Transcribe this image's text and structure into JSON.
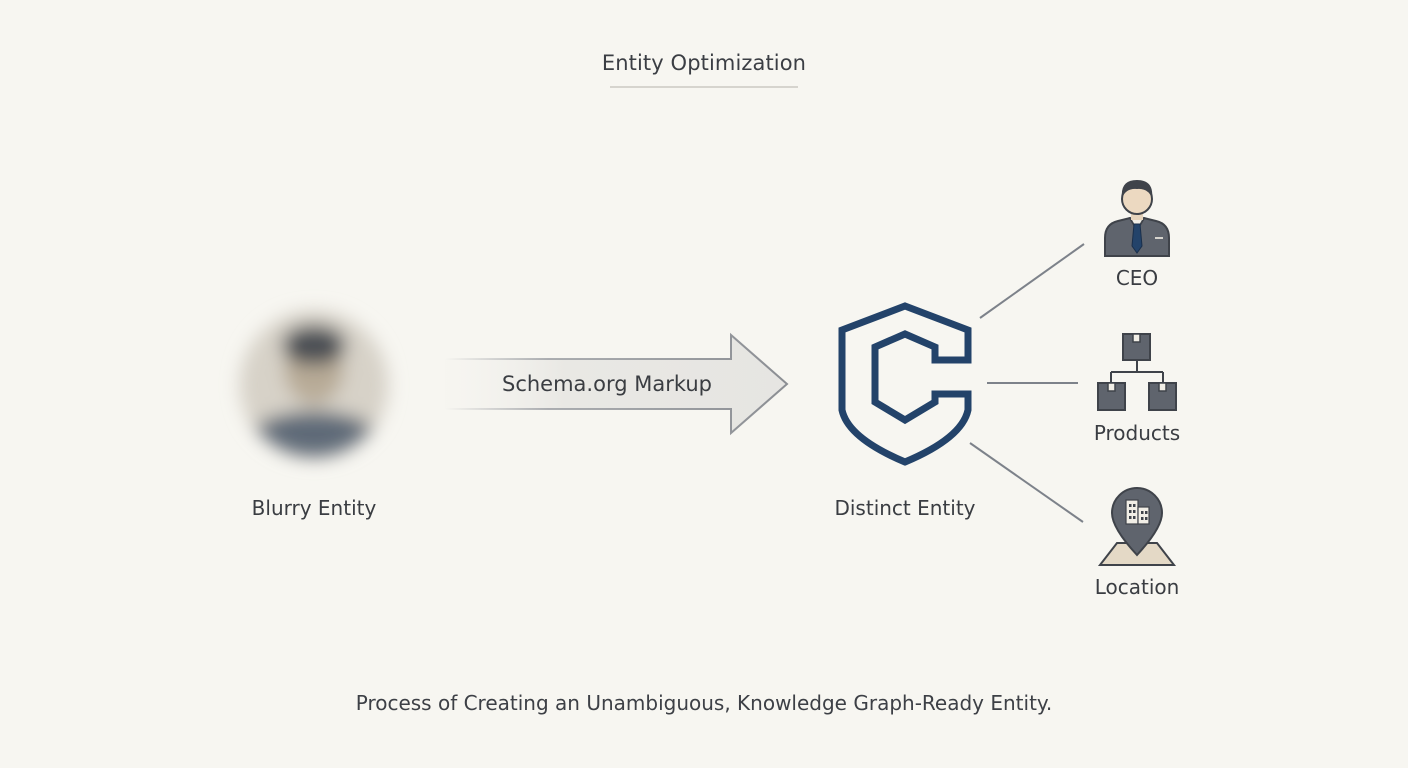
{
  "diagram": {
    "title": "Entity Optimization",
    "source": {
      "label": "Blurry Entity"
    },
    "process": {
      "label": "Schema.org Markup"
    },
    "target": {
      "label": "Distinct Entity"
    },
    "attributes": [
      {
        "label": "CEO",
        "icon": "businessman-icon"
      },
      {
        "label": "Products",
        "icon": "product-hierarchy-icon"
      },
      {
        "label": "Location",
        "icon": "map-pin-building-icon"
      }
    ],
    "caption": "Process of Creating an Unambiguous, Knowledge Graph-Ready Entity.",
    "colors": {
      "background": "#f7f6f1",
      "brand_navy": "#23436a",
      "icon_gray": "#5f646d",
      "connector": "#7d828a",
      "text": "#3a3d42"
    }
  }
}
